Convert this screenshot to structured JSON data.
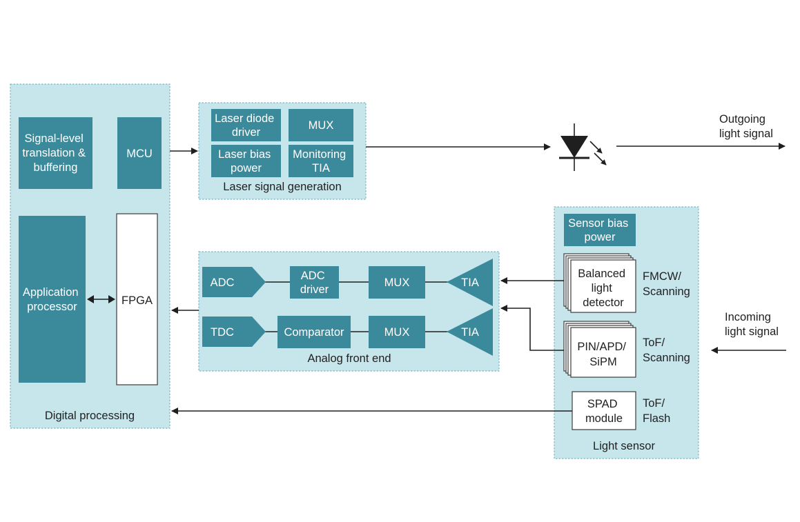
{
  "colors": {
    "region_fill": "#c7e6ec",
    "block_fill": "#3b8a9b",
    "white_block": "#ffffff",
    "wire": "#1f1f1f"
  },
  "digital_processing": {
    "title": "Digital processing",
    "signal_level": [
      "Signal-level",
      "translation &",
      "buffering"
    ],
    "mcu": "MCU",
    "application_processor": [
      "Application",
      "processor"
    ],
    "fpga": "FPGA"
  },
  "laser_signal_generation": {
    "title": "Laser signal generation",
    "laser_diode_driver": [
      "Laser diode",
      "driver"
    ],
    "mux": "MUX",
    "laser_bias_power": [
      "Laser bias",
      "power"
    ],
    "monitoring_tia": [
      "Monitoring",
      "TIA"
    ]
  },
  "outgoing": [
    "Outgoing",
    "light signal"
  ],
  "analog_front_end": {
    "title": "Analog front end",
    "adc": "ADC",
    "adc_driver": [
      "ADC",
      "driver"
    ],
    "mux_top": "MUX",
    "tia_top": "TIA",
    "tdc": "TDC",
    "comparator": "Comparator",
    "mux_bottom": "MUX",
    "tia_bottom": "TIA"
  },
  "light_sensor": {
    "title": "Light sensor",
    "sensor_bias_power": [
      "Sensor bias",
      "power"
    ],
    "balanced_light_detector": [
      "Balanced",
      "light",
      "detector"
    ],
    "fmcw_scanning": [
      "FMCW/",
      "Scanning"
    ],
    "pin_apd_sipm": [
      "PIN/APD/",
      "SiPM"
    ],
    "tof_scanning": [
      "ToF/",
      "Scanning"
    ],
    "spad_module": [
      "SPAD",
      "module"
    ],
    "tof_flash": [
      "ToF/",
      "Flash"
    ]
  },
  "incoming": [
    "Incoming",
    "light signal"
  ]
}
